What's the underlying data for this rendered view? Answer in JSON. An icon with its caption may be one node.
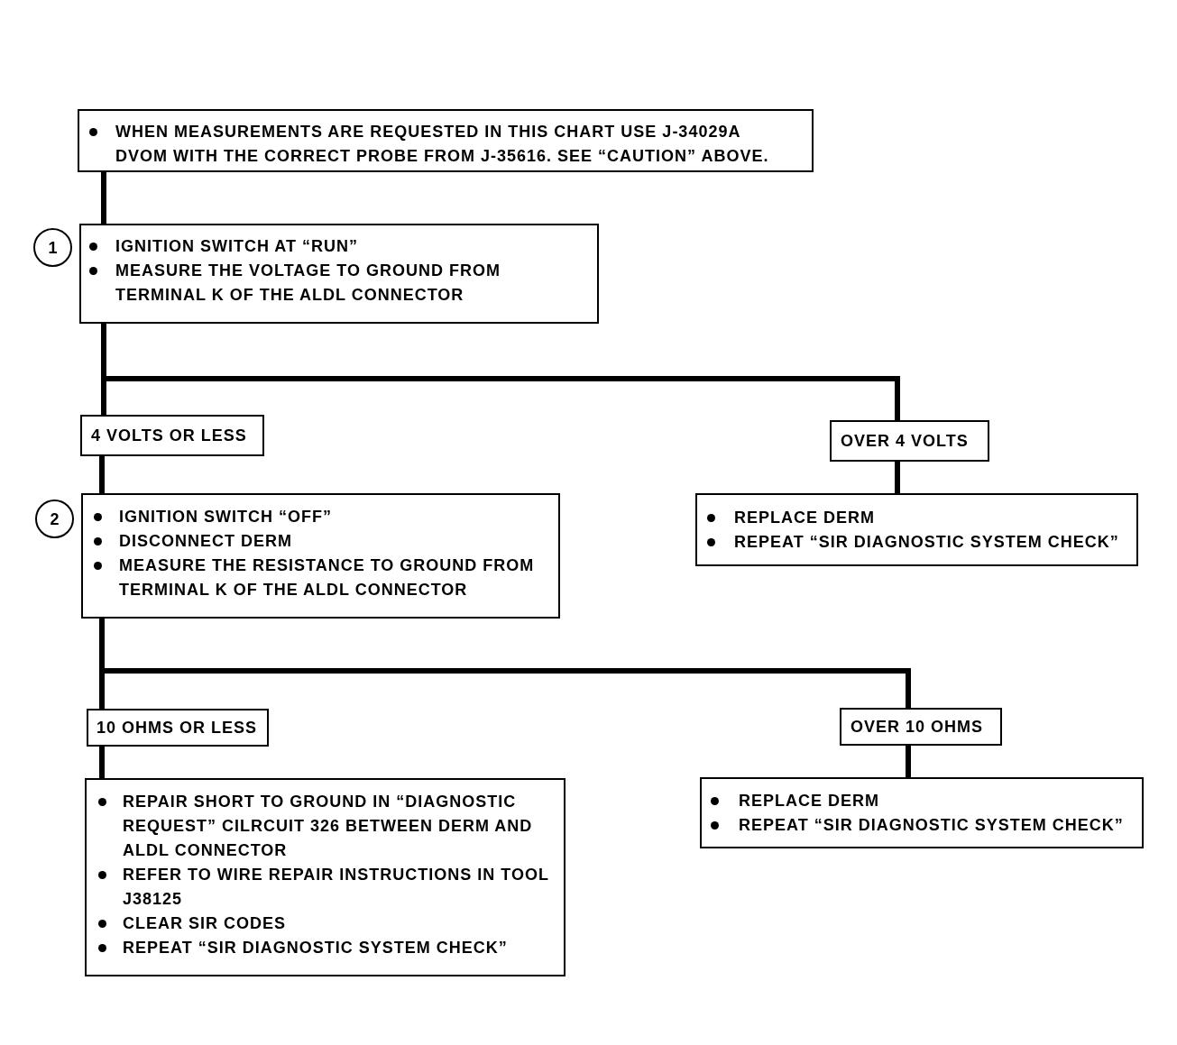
{
  "diagram": {
    "nodes": [
      {
        "text": [
          "WHEN MEASUREMENTS ARE REQUESTED IN THIS CHART USE J-34029A DVOM WITH THE CORRECT PROBE FROM J-35616. SEE “CAUTION” ABOVE."
        ]
      },
      {
        "text": [
          "1"
        ]
      },
      {
        "text": [
          "IGNITION SWITCH AT “RUN”",
          "MEASURE THE VOLTAGE TO GROUND FROM TERMINAL K OF THE ALDL CONNECTOR"
        ]
      },
      {
        "text": [
          "4 VOLTS OR LESS"
        ]
      },
      {
        "text": [
          "OVER 4 VOLTS"
        ]
      },
      {
        "text": [
          "2"
        ]
      },
      {
        "text": [
          "IGNITION SWITCH “OFF”",
          "DISCONNECT DERM",
          "MEASURE THE RESISTANCE TO GROUND FROM TERMINAL K OF THE ALDL CONNECTOR"
        ]
      },
      {
        "text": [
          "REPLACE DERM",
          "REPEAT “SIR DIAGNOSTIC SYSTEM CHECK”"
        ]
      },
      {
        "text": [
          "10 OHMS OR LESS"
        ]
      },
      {
        "text": [
          "OVER 10 OHMS"
        ]
      },
      {
        "text": [
          "REPAIR SHORT TO GROUND IN “DIAGNOSTIC REQUEST” CILRCUIT 326 BETWEEN DERM AND ALDL CONNECTOR",
          "REFER TO WIRE REPAIR INSTRUCTIONS IN TOOL J38125",
          "CLEAR SIR CODES",
          "REPEAT “SIR DIAGNOSTIC SYSTEM CHECK”"
        ]
      },
      {
        "text": [
          "REPLACE DERM",
          "REPEAT “SIR DIAGNOSTIC SYSTEM CHECK”"
        ]
      }
    ],
    "edges": [
      {
        "from": 0,
        "to": 2,
        "arrow": "none"
      },
      {
        "from": 2,
        "to": 3,
        "arrow": "none"
      },
      {
        "from": 2,
        "to": 4,
        "arrow": "none"
      },
      {
        "from": 3,
        "to": 6,
        "arrow": "none"
      },
      {
        "from": 4,
        "to": 7,
        "arrow": "none"
      },
      {
        "from": 6,
        "to": 8,
        "arrow": "none"
      },
      {
        "from": 6,
        "to": 9,
        "arrow": "none"
      },
      {
        "from": 8,
        "to": 10,
        "arrow": "none"
      },
      {
        "from": 9,
        "to": 11,
        "arrow": "none"
      }
    ]
  }
}
